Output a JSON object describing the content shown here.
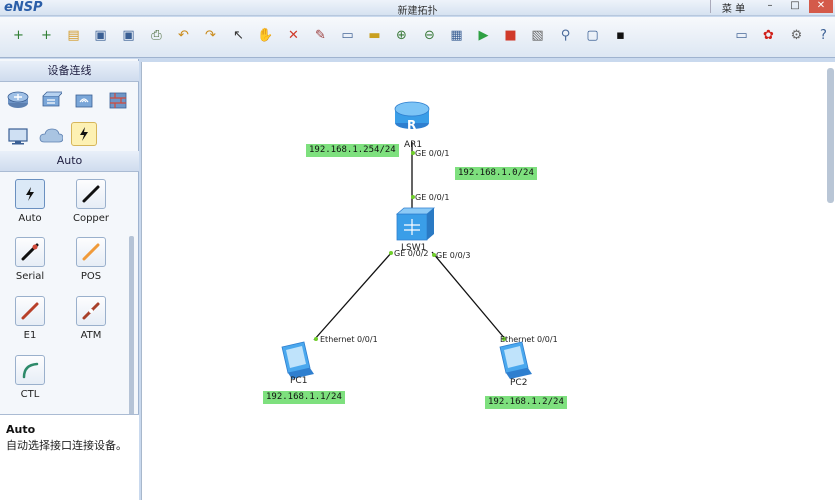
{
  "window": {
    "app_name": "eNSP",
    "title": "新建拓扑",
    "menu_label": "菜 单",
    "controls": [
      "–",
      "□",
      "✕"
    ]
  },
  "toolbar": {
    "icons": [
      {
        "name": "new-topology-icon",
        "glyph": "+",
        "color": "#2e7d32"
      },
      {
        "name": "new-project-icon",
        "glyph": "+",
        "color": "#2e7d32"
      },
      {
        "name": "open-icon",
        "glyph": "▤",
        "color": "#d49b2a"
      },
      {
        "name": "save-icon",
        "glyph": "▣",
        "color": "#3a5f94"
      },
      {
        "name": "save-as-icon",
        "glyph": "▣",
        "color": "#3a5f94"
      },
      {
        "name": "print-icon",
        "glyph": "⎙",
        "color": "#4a6b3a"
      },
      {
        "name": "undo-icon",
        "glyph": "↶",
        "color": "#c98a1a"
      },
      {
        "name": "redo-icon",
        "glyph": "↷",
        "color": "#c98a1a"
      },
      {
        "name": "select-icon",
        "glyph": "↖",
        "color": "#333"
      },
      {
        "name": "pan-hand-icon",
        "glyph": "✋",
        "color": "#c9a04a"
      },
      {
        "name": "delete-icon",
        "glyph": "✕",
        "color": "#d03a2a"
      },
      {
        "name": "delete-link-icon",
        "glyph": "✎",
        "color": "#9a3a3a"
      },
      {
        "name": "text-note-icon",
        "glyph": "▭",
        "color": "#4a6a9a"
      },
      {
        "name": "shape-icon",
        "glyph": "▬",
        "color": "#c9a020"
      },
      {
        "name": "zoom-in-icon",
        "glyph": "⊕",
        "color": "#3a7a3a"
      },
      {
        "name": "zoom-out-icon",
        "glyph": "⊖",
        "color": "#3a7a3a"
      },
      {
        "name": "show-ports-icon",
        "glyph": "▦",
        "color": "#3a5f94"
      },
      {
        "name": "start-device-icon",
        "glyph": "▶",
        "color": "#2ea043"
      },
      {
        "name": "stop-device-icon",
        "glyph": "■",
        "color": "#d03a2a"
      },
      {
        "name": "capture-icon",
        "glyph": "▧",
        "color": "#666"
      },
      {
        "name": "topology-icon",
        "glyph": "⚲",
        "color": "#4a6a9a"
      },
      {
        "name": "grid-icon",
        "glyph": "▢",
        "color": "#3a5f94"
      },
      {
        "name": "console-icon",
        "glyph": "▪",
        "color": "#111"
      },
      {
        "name": "chat-icon",
        "glyph": "▭",
        "color": "#4a6a9a"
      },
      {
        "name": "huawei-logo-icon",
        "glyph": "✿",
        "color": "#d0201a"
      },
      {
        "name": "settings-gear-icon",
        "glyph": "⚙",
        "color": "#666"
      },
      {
        "name": "help-icon",
        "glyph": "?",
        "color": "#3a5f94"
      }
    ]
  },
  "left_panel": {
    "header_devices": "设备连线",
    "devices": [
      {
        "name": "router-category-icon"
      },
      {
        "name": "switch-category-icon"
      },
      {
        "name": "wlan-category-icon"
      },
      {
        "name": "firewall-category-icon"
      },
      {
        "name": "terminal-category-icon"
      },
      {
        "name": "cloud-category-icon"
      },
      {
        "name": "cable-category-icon"
      }
    ],
    "header_cables": "Auto",
    "cables": [
      {
        "label": "Auto",
        "name": "auto"
      },
      {
        "label": "Copper",
        "name": "copper"
      },
      {
        "label": "Serial",
        "name": "serial"
      },
      {
        "label": "POS",
        "name": "pos"
      },
      {
        "label": "E1",
        "name": "e1"
      },
      {
        "label": "ATM",
        "name": "atm"
      },
      {
        "label": "CTL",
        "name": "ctl"
      }
    ],
    "description": {
      "title": "Auto",
      "text": "自动选择接口连接设备。"
    }
  },
  "topology": {
    "devices": [
      {
        "name": "AR1",
        "type": "router"
      },
      {
        "name": "LSW1",
        "type": "switch"
      },
      {
        "name": "PC1",
        "type": "pc"
      },
      {
        "name": "PC2",
        "type": "pc"
      }
    ],
    "ports": {
      "ar1_ge": "GE 0/0/1",
      "lsw_ge1": "GE 0/0/1",
      "lsw_ge2": "GE 0/0/2",
      "lsw_ge3": "GE 0/0/3",
      "pc1_eth": "Ethernet 0/0/1",
      "pc2_eth": "Ethernet 0/0/1"
    },
    "addresses": {
      "ar1": "192.168.1.254/24",
      "network": "192.168.1.0/24",
      "pc1": "192.168.1.1/24",
      "pc2": "192.168.1.2/24"
    },
    "colors": {
      "link": "#111111",
      "port_dot": "#6fcf2a",
      "label_bg": "#7ee07e",
      "device_blue": "#3a9ee8"
    }
  }
}
